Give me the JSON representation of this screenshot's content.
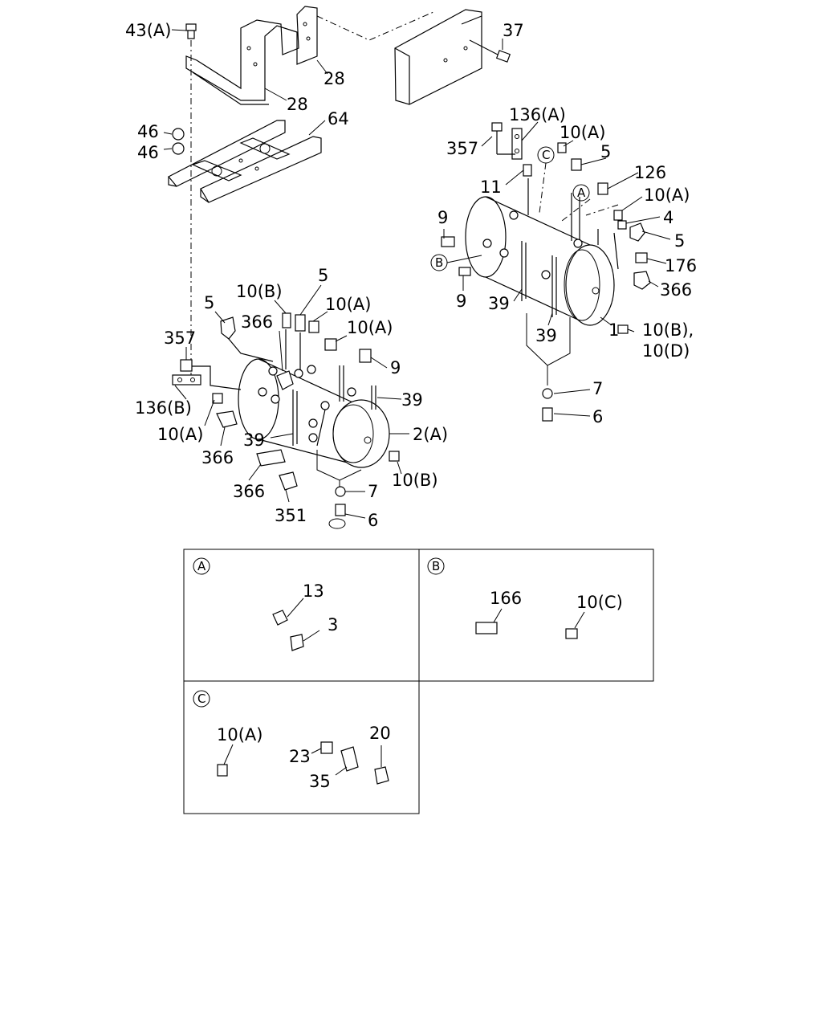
{
  "labels": {
    "top": [
      "43(A)",
      "37",
      "28",
      "28",
      "46",
      "46",
      "64"
    ],
    "right": [
      "136(A)",
      "357",
      "10(A)",
      "5",
      "11",
      "126",
      "10(A)",
      "9",
      "4",
      "5",
      "176",
      "366",
      "9",
      "39",
      "39",
      "1",
      "10(B),",
      "10(D)",
      "7",
      "6"
    ],
    "left": [
      "5",
      "10(B)",
      "5",
      "366",
      "10(A)",
      "10(A)",
      "357",
      "9",
      "136(B)",
      "39",
      "10(A)",
      "366",
      "39",
      "2(A)",
      "366",
      "10(B)",
      "7",
      "351",
      "6"
    ],
    "callouts": [
      "A",
      "B",
      "C"
    ]
  },
  "detail_a": {
    "tag": "A",
    "parts": [
      "13",
      "3"
    ]
  },
  "detail_b": {
    "tag": "B",
    "parts": [
      "166",
      "10(C)"
    ]
  },
  "detail_c": {
    "tag": "C",
    "parts": [
      "10(A)",
      "20",
      "23",
      "35"
    ]
  }
}
